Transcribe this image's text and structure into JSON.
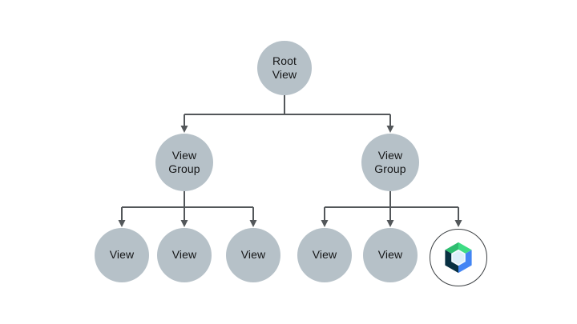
{
  "diagram": {
    "description": "View hierarchy tree",
    "nodes": {
      "root": {
        "label": "Root View"
      },
      "view_group_left": {
        "label": "View Group"
      },
      "view_group_right": {
        "label": "View Group"
      },
      "view_1": {
        "label": "View"
      },
      "view_2": {
        "label": "View"
      },
      "view_3": {
        "label": "View"
      },
      "view_4": {
        "label": "View"
      },
      "view_5": {
        "label": "View"
      }
    },
    "icons": {
      "compose_logo": "jetpack-compose-icon"
    },
    "colors": {
      "page_bg": "#ffffff",
      "node_fill": "#b6c1c8",
      "node_text": "#151617",
      "connector": "#53575a",
      "logo_ring": "#3c4043",
      "logo_green_left": "#2ebd70",
      "logo_green_right": "#3ddc84",
      "logo_blue": "#4285f4",
      "logo_dark": "#083042",
      "logo_center": "#ddeffa",
      "logo_center_ring": "#f3fafe"
    }
  }
}
